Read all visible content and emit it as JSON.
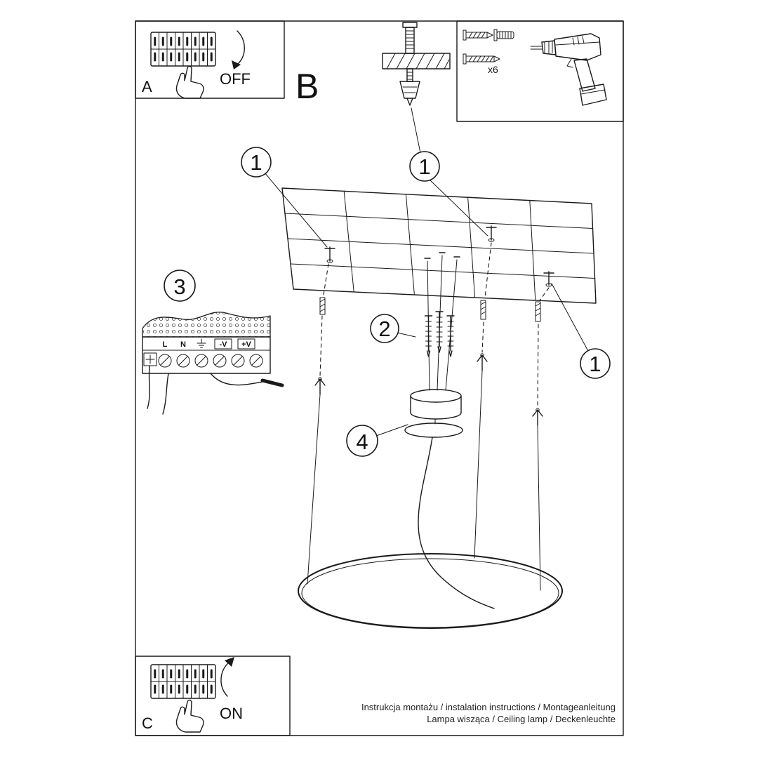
{
  "sheet": {
    "step_a_label": "A",
    "step_b_label": "B",
    "step_c_label": "C",
    "off_label": "OFF",
    "on_label": "ON"
  },
  "hardware": {
    "count_label": "x6"
  },
  "callouts": {
    "one": "1",
    "two": "2",
    "three": "3",
    "four": "4"
  },
  "wiring": {
    "terminal_l": "L",
    "terminal_n": "N",
    "terminal_neg": "-V",
    "terminal_pos": "+V"
  },
  "footer": {
    "line1": "Instrukcja montażu / instalation instructions / Montageanleitung",
    "line2": "Lampa wisząca / Ceiling lamp / Deckenleuchte"
  }
}
